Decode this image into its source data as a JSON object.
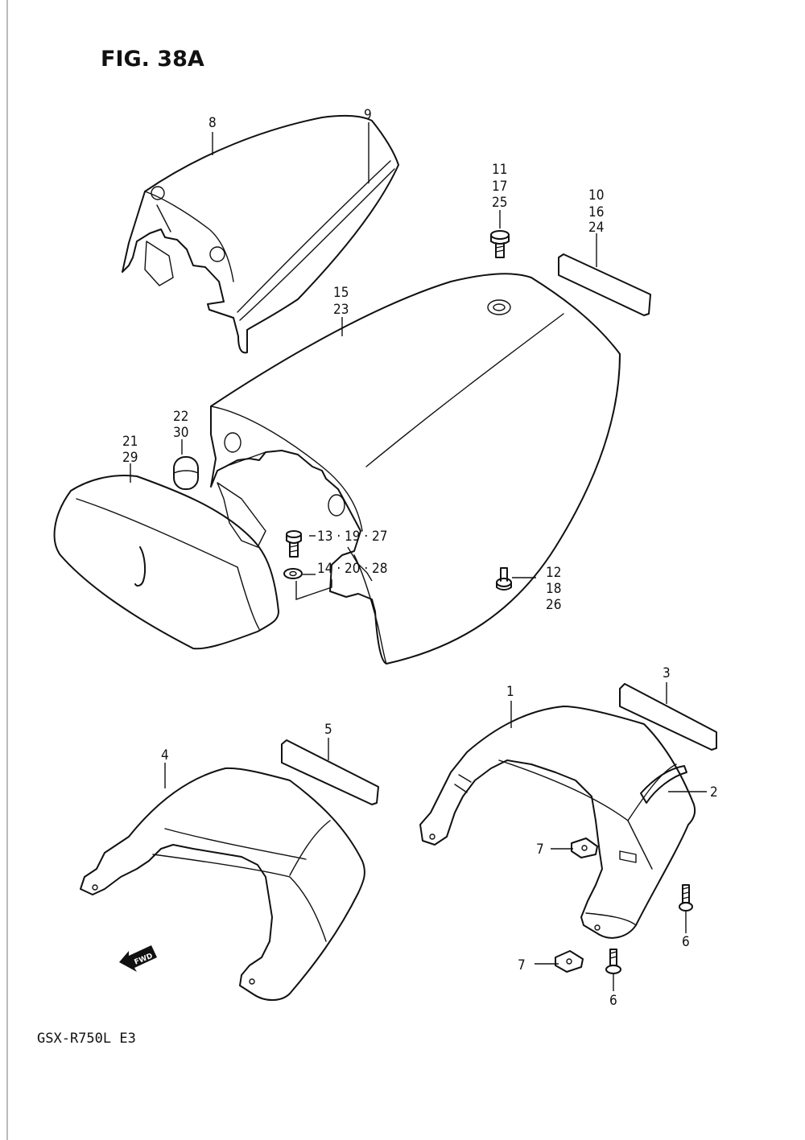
{
  "figure": {
    "title": "FIG. 38A",
    "model": "GSX-R750L  E3",
    "fwd_label": "FWD"
  },
  "callouts": {
    "c8": "8",
    "c9": "9",
    "c11_17_25": [
      "11",
      "17",
      "25"
    ],
    "c10_16_24": [
      "10",
      "16",
      "24"
    ],
    "c15_23": [
      "15",
      "23"
    ],
    "c22_30": [
      "22",
      "30"
    ],
    "c21_29": [
      "21",
      "29"
    ],
    "c13_19_27": "13 · 19 · 27",
    "c14_20_28": "14 · 20 · 28",
    "c12_18_26": [
      "12",
      "18",
      "26"
    ],
    "c3": "3",
    "c1": "1",
    "c5": "5",
    "c4": "4",
    "c2": "2",
    "c7a": "7",
    "c7b": "7",
    "c6a": "6",
    "c6b": "6"
  }
}
